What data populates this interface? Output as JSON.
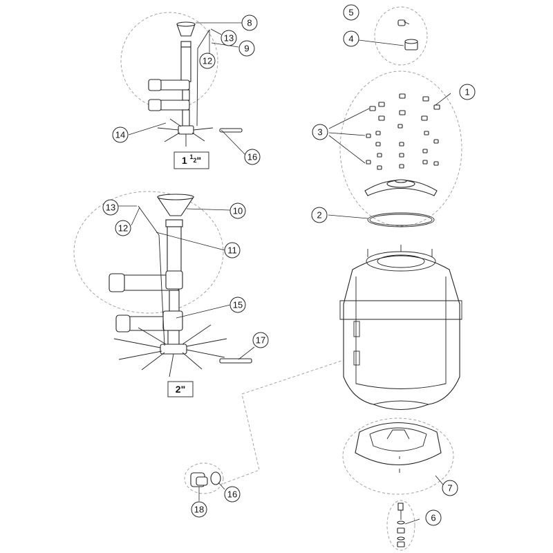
{
  "callouts": [
    {
      "id": "c1",
      "label": "1"
    },
    {
      "id": "c2",
      "label": "2"
    },
    {
      "id": "c3",
      "label": "3"
    },
    {
      "id": "c4",
      "label": "4"
    },
    {
      "id": "c5",
      "label": "5"
    },
    {
      "id": "c6",
      "label": "6"
    },
    {
      "id": "c7",
      "label": "7"
    },
    {
      "id": "c8",
      "label": "8"
    },
    {
      "id": "c9",
      "label": "9"
    },
    {
      "id": "c10",
      "label": "10"
    },
    {
      "id": "c11",
      "label": "11"
    },
    {
      "id": "c12a",
      "label": "12"
    },
    {
      "id": "c12b",
      "label": "12"
    },
    {
      "id": "c13a",
      "label": "13"
    },
    {
      "id": "c13b",
      "label": "13"
    },
    {
      "id": "c14",
      "label": "14"
    },
    {
      "id": "c15",
      "label": "15"
    },
    {
      "id": "c16a",
      "label": "16"
    },
    {
      "id": "c16b",
      "label": "16"
    },
    {
      "id": "c17",
      "label": "17"
    },
    {
      "id": "c18",
      "label": "18"
    }
  ],
  "size_labels": {
    "small_whole": "1 ",
    "small_num": "1",
    "small_den": "2",
    "small_unit": "\"",
    "large": "2\""
  }
}
